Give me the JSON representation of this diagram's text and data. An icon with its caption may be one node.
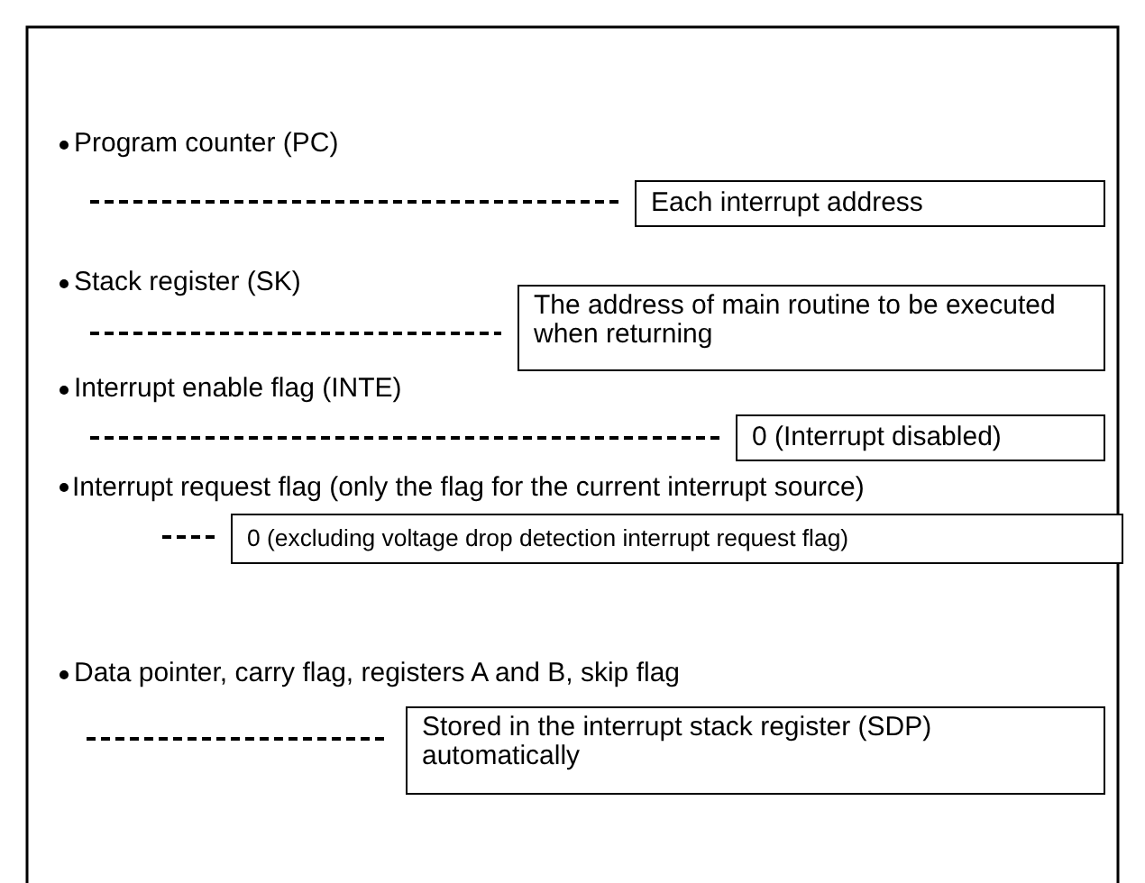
{
  "diagram": {
    "nodes": [
      {
        "text": [
          "Program counter (PC)"
        ]
      },
      {
        "text": [
          "Each interrupt address"
        ]
      },
      {
        "text": [
          "Stack register (SK)"
        ]
      },
      {
        "text": [
          "The address of main routine to be executed when returning"
        ]
      },
      {
        "text": [
          "Interrupt enable flag (INTE)"
        ]
      },
      {
        "text": [
          "0 (Interrupt disabled)"
        ]
      },
      {
        "text": [
          "Interrupt request flag (only the flag for the current interrupt source)"
        ]
      },
      {
        "text": [
          "0 (excluding voltage drop detection interrupt request flag)"
        ]
      },
      {
        "text": [
          "Data pointer, carry flag, registers A and B, skip flag"
        ]
      },
      {
        "text": [
          "Stored in the interrupt stack register (SDP) automatically"
        ]
      }
    ],
    "edges": [
      {
        "from": 0,
        "to": 1,
        "arrow": "none",
        "style": "dashed"
      },
      {
        "from": 2,
        "to": 3,
        "arrow": "none",
        "style": "dashed"
      },
      {
        "from": 4,
        "to": 5,
        "arrow": "none",
        "style": "dashed"
      },
      {
        "from": 6,
        "to": 7,
        "arrow": "none",
        "style": "dashed"
      },
      {
        "from": 8,
        "to": 9,
        "arrow": "none",
        "style": "dashed"
      }
    ]
  }
}
